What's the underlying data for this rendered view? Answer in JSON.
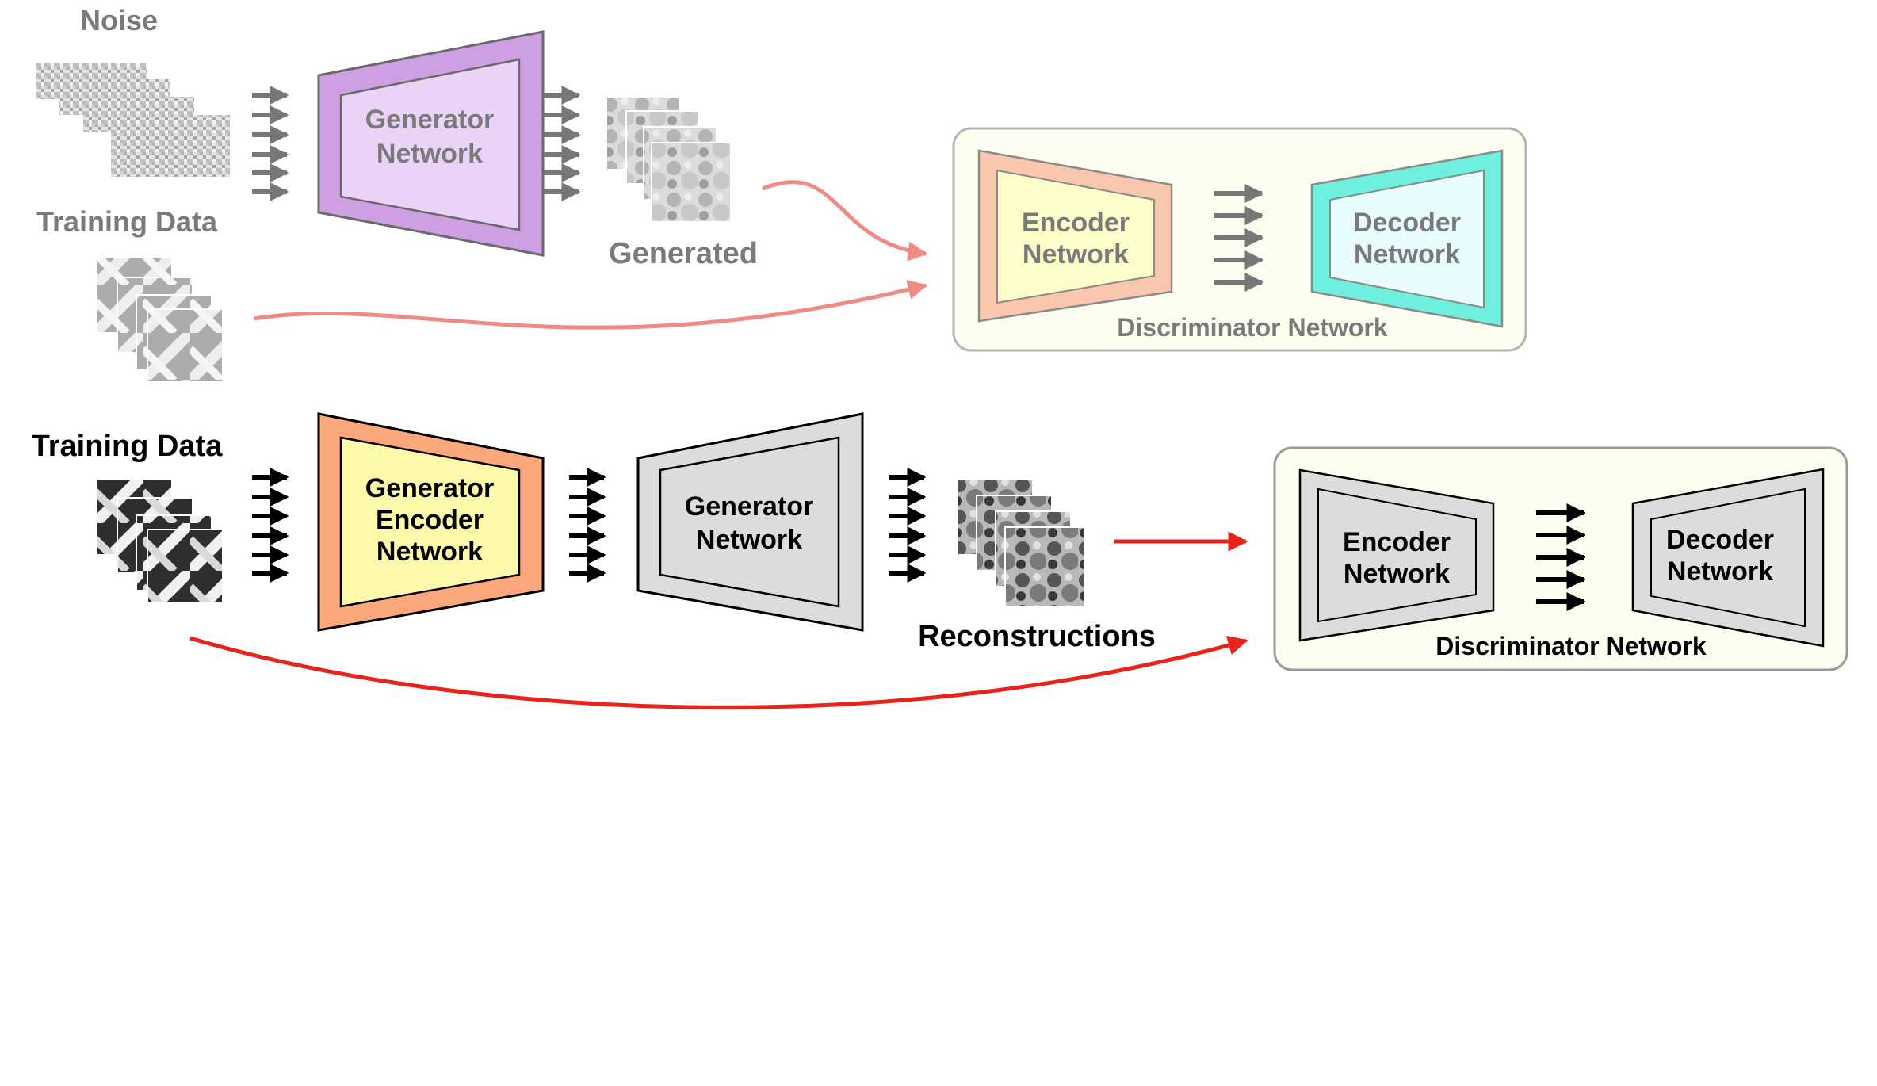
{
  "top": {
    "noise_label": "Noise",
    "training_label": "Training Data",
    "generator": {
      "line1": "Generator",
      "line2": "Network"
    },
    "generated_label": "Generated",
    "discriminator": {
      "title": "Discriminator Network",
      "encoder": {
        "line1": "Encoder",
        "line2": "Network"
      },
      "decoder": {
        "line1": "Decoder",
        "line2": "Network"
      }
    }
  },
  "bottom": {
    "training_label": "Training Data",
    "gen_encoder": {
      "line1": "Generator",
      "line2": "Encoder",
      "line3": "Network"
    },
    "generator": {
      "line1": "Generator",
      "line2": "Network"
    },
    "reconstructions_label": "Reconstructions",
    "discriminator": {
      "title": "Discriminator Network",
      "encoder": {
        "line1": "Encoder",
        "line2": "Network"
      },
      "decoder": {
        "line1": "Decoder",
        "line2": "Network"
      }
    }
  },
  "colors": {
    "faded_text": "#7a7a7a",
    "faded_arrow": "#777777",
    "pink_arrow": "#f08a85",
    "red_arrow": "#e8231b",
    "gen_purple_outer": "#cf9fe3",
    "gen_purple_inner": "#ead3f7",
    "enc_peach_outer": "#f9c7ae",
    "enc_peach_inner": "#fdfdc9",
    "dec_cyan_outer": "#6ff0de",
    "dec_cyan_inner": "#e8fbfd",
    "orange_outer": "#fba77c",
    "yellow_inner": "#fcfaaa",
    "grey_outer": "#dcdcdc",
    "disc_box_bg": "#fdfdf0",
    "disc_box_border": "#a0a0a0"
  }
}
